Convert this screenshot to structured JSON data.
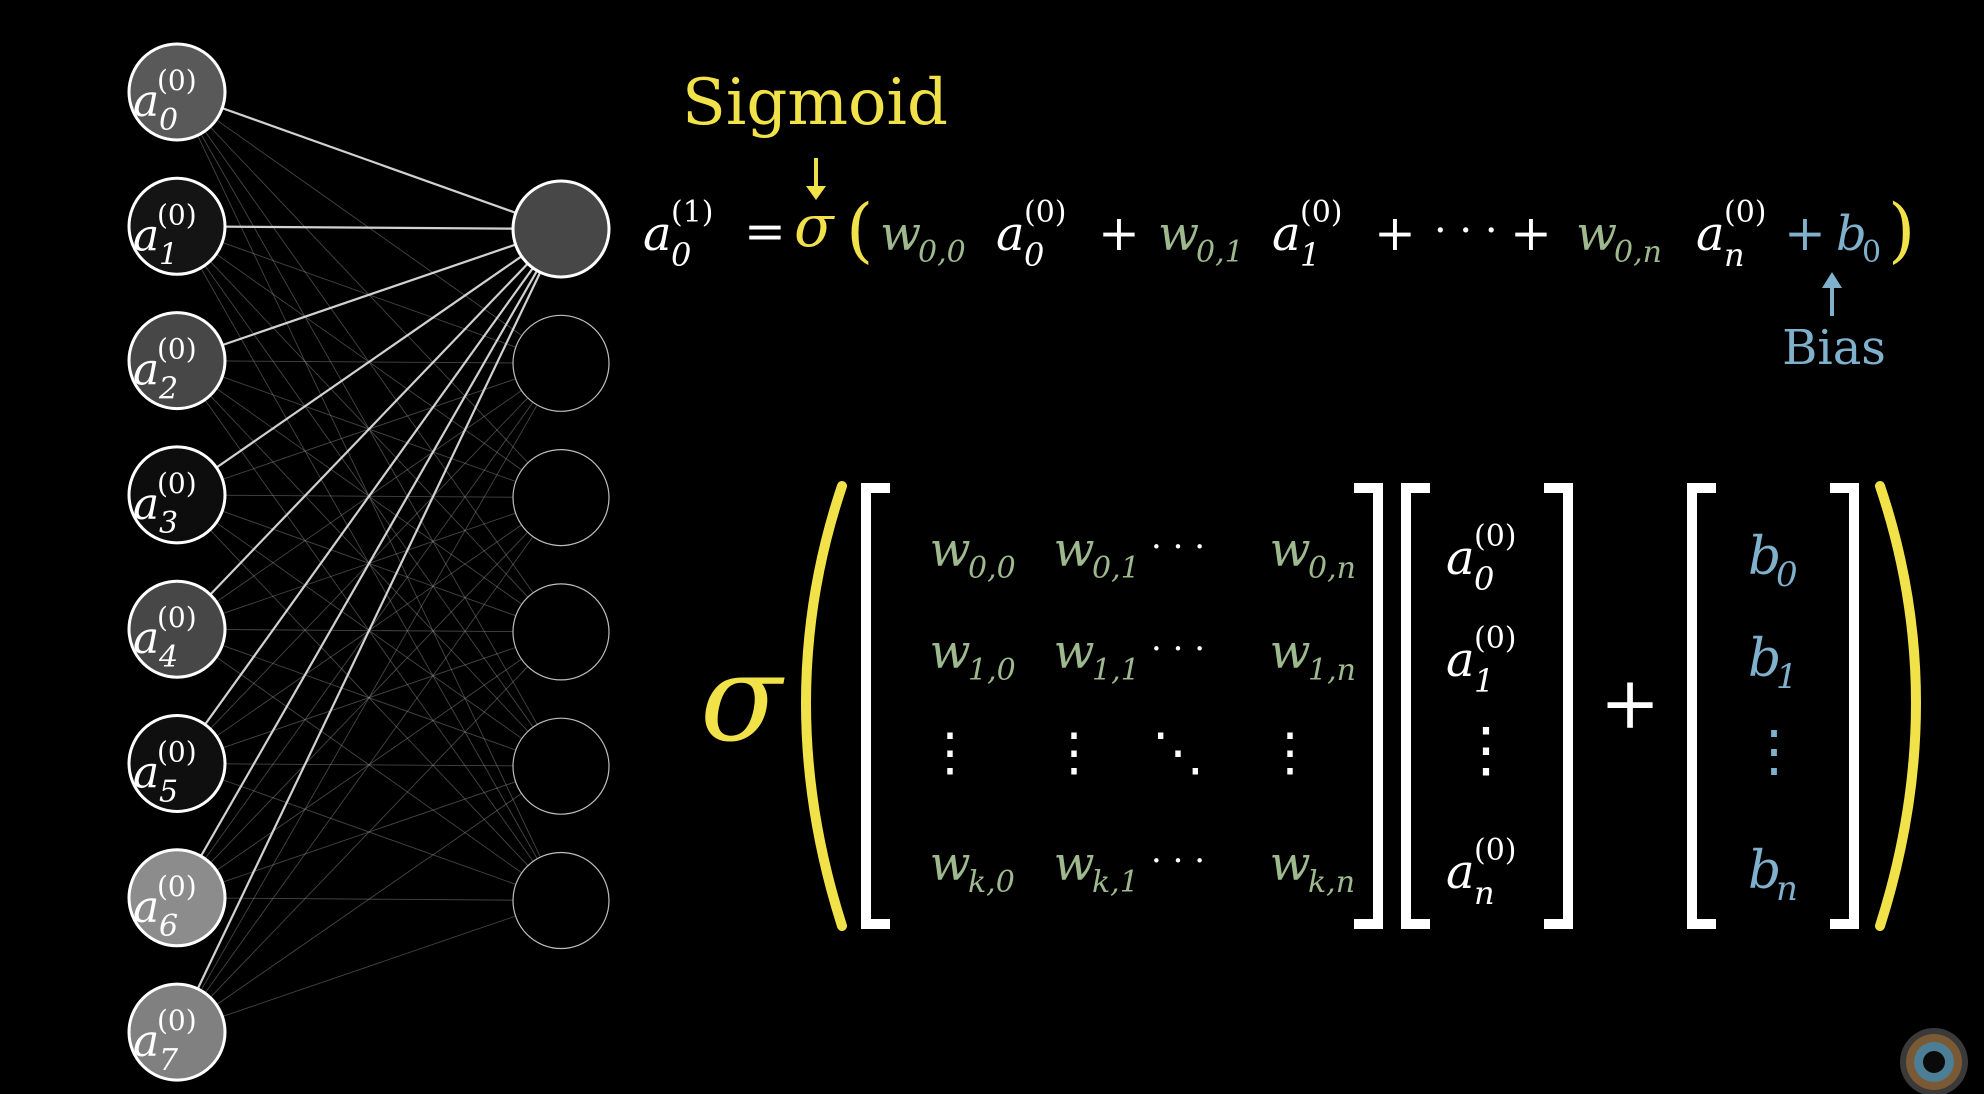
{
  "labels": {
    "sigmoid": "Sigmoid",
    "bias": "Bias"
  },
  "colors": {
    "background": "#000000",
    "sigma": "#f2e24a",
    "weight": "#9fb98f",
    "bias": "#7fb0cc",
    "white": "#ffffff"
  },
  "network": {
    "input_activations": [
      0.35,
      0.08,
      0.28,
      0.05,
      0.28,
      0.06,
      0.55,
      0.5
    ],
    "output_activations": [
      0.28,
      0,
      0,
      0,
      0,
      0
    ],
    "neuron_label_symbol": "a",
    "neuron_label_superscript": "(0)",
    "neuron_subscripts": [
      "0",
      "1",
      "2",
      "3",
      "4",
      "5",
      "6",
      "7"
    ]
  },
  "top_equation": {
    "lhs_symbol": "a",
    "lhs_sub": "0",
    "lhs_sup": "(1)",
    "equals": "=",
    "sigma": "σ",
    "open_paren": "(",
    "close_paren": ")",
    "terms": [
      {
        "w": "w",
        "w_sub": "0,0",
        "a": "a",
        "a_sub": "0",
        "a_sup": "(0)"
      },
      {
        "w": "w",
        "w_sub": "0,1",
        "a": "a",
        "a_sub": "1",
        "a_sup": "(0)"
      },
      {
        "w": "w",
        "w_sub": "0,n",
        "a": "a",
        "a_sub": "n",
        "a_sup": "(0)"
      }
    ],
    "plus": "+",
    "dots": "· · ·",
    "bias": "b",
    "bias_sub": "0"
  },
  "matrix_equation": {
    "sigma": "σ",
    "plus": "+",
    "weights": [
      [
        {
          "sym": "w",
          "sub": "0,0"
        },
        {
          "sym": "w",
          "sub": "0,1"
        },
        {
          "sym": "· · ·",
          "sub": ""
        },
        {
          "sym": "w",
          "sub": "0,n"
        }
      ],
      [
        {
          "sym": "w",
          "sub": "1,0"
        },
        {
          "sym": "w",
          "sub": "1,1"
        },
        {
          "sym": "· · ·",
          "sub": ""
        },
        {
          "sym": "w",
          "sub": "1,n"
        }
      ],
      [
        {
          "sym": "⋮",
          "sub": ""
        },
        {
          "sym": "⋮",
          "sub": ""
        },
        {
          "sym": "⋱",
          "sub": ""
        },
        {
          "sym": "⋮",
          "sub": ""
        }
      ],
      [
        {
          "sym": "w",
          "sub": "k,0"
        },
        {
          "sym": "w",
          "sub": "k,1"
        },
        {
          "sym": "· · ·",
          "sub": ""
        },
        {
          "sym": "w",
          "sub": "k,n"
        }
      ]
    ],
    "activations": [
      {
        "sym": "a",
        "sub": "0",
        "sup": "(0)"
      },
      {
        "sym": "a",
        "sub": "1",
        "sup": "(0)"
      },
      {
        "sym": "⋮",
        "sub": "",
        "sup": ""
      },
      {
        "sym": "a",
        "sub": "n",
        "sup": "(0)"
      }
    ],
    "biases": [
      {
        "sym": "b",
        "sub": "0"
      },
      {
        "sym": "b",
        "sub": "1"
      },
      {
        "sym": "⋮",
        "sub": ""
      },
      {
        "sym": "b",
        "sub": "n"
      }
    ]
  }
}
